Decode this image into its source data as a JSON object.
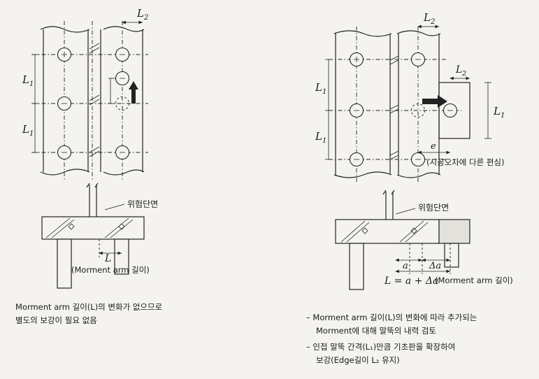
{
  "labels": {
    "L1": "L",
    "L1_sub": "1",
    "L2": "L",
    "L2_sub": "2",
    "L": "L",
    "a": "a",
    "delta_a": "Δa",
    "e": "e"
  },
  "left": {
    "danger_section": "위험단면",
    "moment_arm": "(Morment arm 길이)",
    "note_line1": "Morment arm 길이(L)의 변화가 없으므로",
    "note_line2": "별도의 보강이 필요 없음"
  },
  "right": {
    "danger_section": "위험단면",
    "eccentricity": "(시공오차에 다른 편심)",
    "formula": "L = a + Δa",
    "moment_arm": "(Morment arm 길이)",
    "note1_line1": "– Morment arm 길이(L)의 변화에 따라 추가되는",
    "note1_line2": "Morment에 대해 말뚝의 내력 검토",
    "note2_line1": "– 인접 말뚝 간격(L₁)만큼 기초판을 확장하여",
    "note2_line2": "보강(Edge길이 L₂ 유지)"
  }
}
